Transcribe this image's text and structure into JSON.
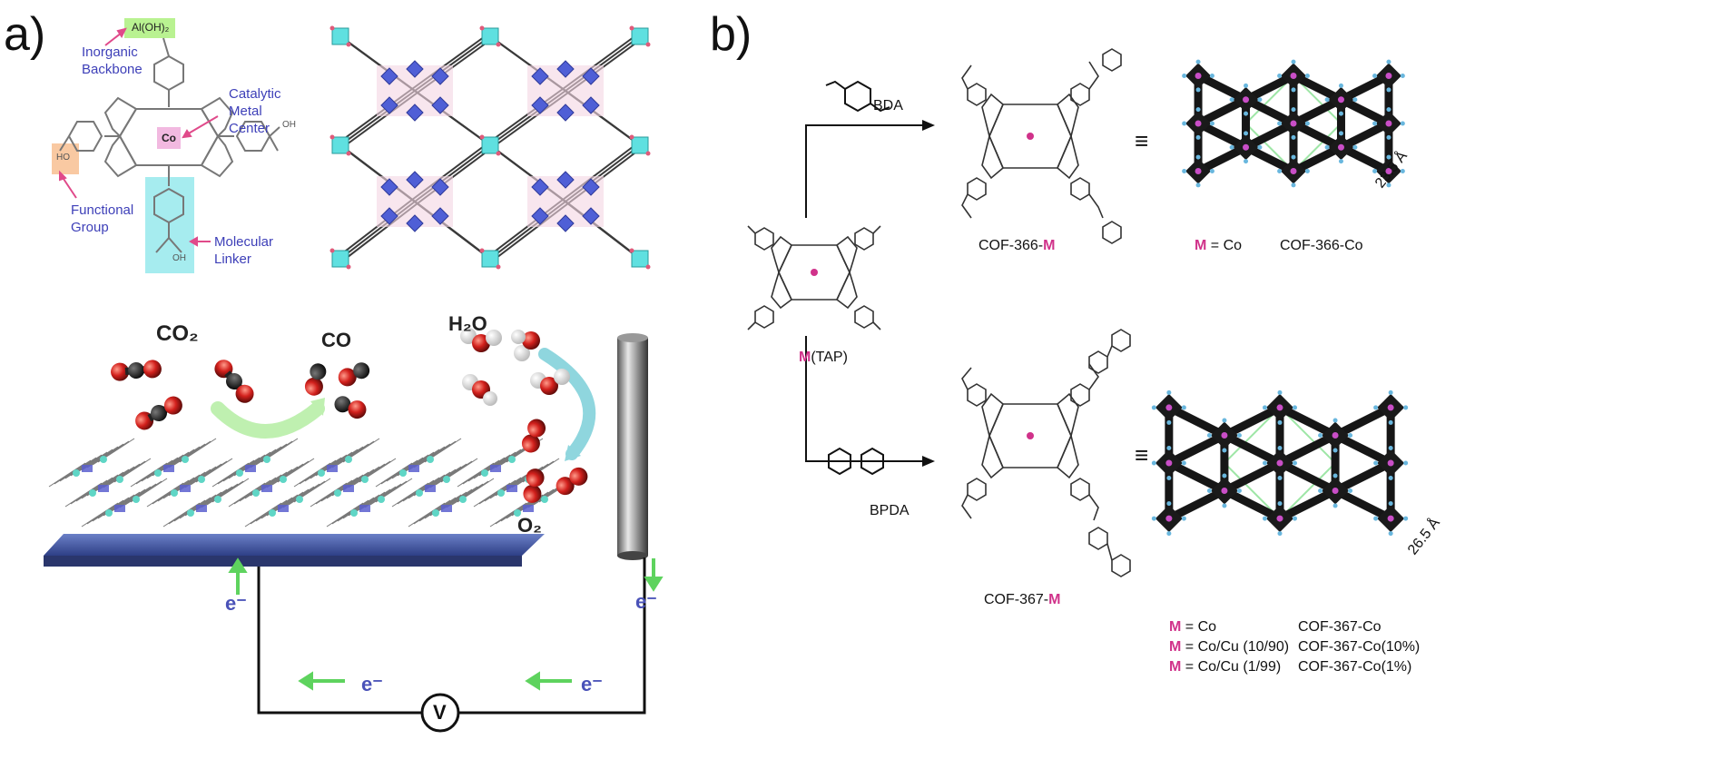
{
  "panel_a": {
    "letter": "a)",
    "linker_group_label": "Al(OH)₂",
    "label_inorganic": [
      "Inorganic",
      "Backbone"
    ],
    "label_catalytic": [
      "Catalytic",
      "Metal",
      "Center"
    ],
    "metal_label": "Co",
    "label_functional": [
      "Functional",
      "Group"
    ],
    "ho_label": "HO",
    "oh_label": "OH",
    "label_molecular": [
      "Molecular",
      "Linker"
    ],
    "co2": "CO₂",
    "co": "CO",
    "h2o": "H₂O",
    "o2": "O₂",
    "electron": "e⁻",
    "voltmeter": "V",
    "colors": {
      "label_blue": "#3d3fb8",
      "arrow_pink": "#e04a8a",
      "arrow_green": "#5ed35e",
      "highlight_green": "#b9f291",
      "highlight_pink": "#f2b9e0",
      "highlight_orange": "#f9c9a2",
      "highlight_cyan": "#a6ecef",
      "electrode_blue": "#4a5ea8"
    }
  },
  "panel_b": {
    "letter": "b)",
    "bda": "BDA",
    "bpda": "BPDA",
    "tap_prefix": "M",
    "tap_suffix": "(TAP)",
    "cof366_prefix": "COF-366-",
    "cof366_metal": "M",
    "cof367_prefix": "COF-367-",
    "cof367_metal": "M",
    "equiv": "≡",
    "dim_366": "23.5 Å",
    "dim_367": "26.5 Å",
    "m_equals_co": "= Co",
    "cof366co": "COF-366-Co",
    "m_symbol": "M",
    "rows367": [
      {
        "m": "= Co",
        "name": "COF-367-Co"
      },
      {
        "m": "= Co/Cu (10/90)",
        "name": "COF-367-Co(10%)"
      },
      {
        "m": "= Co/Cu (1/99)",
        "name": "COF-367-Co(1%)"
      }
    ],
    "colors": {
      "metal_magenta": "#d0328a",
      "cell_green": "#9ee6a6",
      "node_magenta": "#c94ec7",
      "node_cyan": "#69b7de"
    }
  }
}
